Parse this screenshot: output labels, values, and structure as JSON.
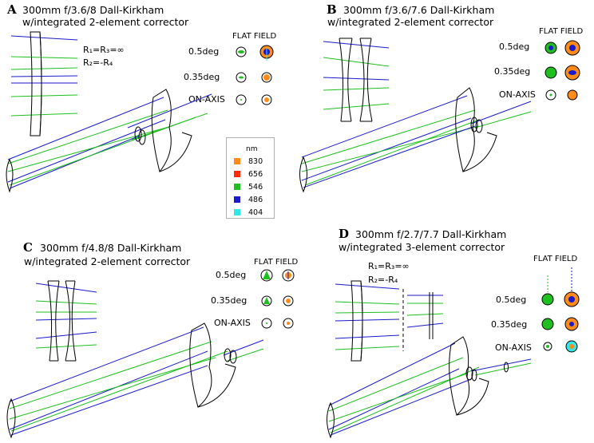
{
  "panels": [
    {
      "letter": "A",
      "title_line1": "300mm f/3.6/8 Dall-Kirkham",
      "title_line2": "w/integrated 2-element corrector",
      "formula1": "R₁=R₃=∞",
      "formula2": "R₂=-R₄",
      "flat_field": "FLAT FIELD",
      "field_labels": [
        "0.5deg",
        "0.35deg",
        "ON-AXIS"
      ]
    },
    {
      "letter": "B",
      "title_line1": "300mm f/3.6/7.6 Dall-Kirkham",
      "title_line2": "w/integrated 2-element corrector",
      "flat_field": "FLAT FIELD",
      "field_labels": [
        "0.5deg",
        "0.35deg",
        "ON-AXIS"
      ]
    },
    {
      "letter": "C",
      "title_line1": "300mm f/4.8/8 Dall-Kirkham",
      "title_line2": "w/integrated 2-element corrector",
      "flat_field": "FLAT FIELD",
      "field_labels": [
        "0.5deg",
        "0.35deg",
        "ON-AXIS"
      ]
    },
    {
      "letter": "D",
      "title_line1": "300mm f/2.7/7.7 Dall-Kirkham",
      "title_line2": "w/integrated 3-element corrector",
      "formula1": "R₁=R₃=∞",
      "formula2": "R₂=-R₄",
      "flat_field": "FLAT FIELD",
      "field_labels": [
        "0.5deg",
        "0.35deg",
        "ON-AXIS"
      ]
    }
  ],
  "legend": {
    "unit": "nm",
    "entries": [
      {
        "label": "830",
        "color": "#ff8c1a"
      },
      {
        "label": "656",
        "color": "#ff2a00"
      },
      {
        "label": "546",
        "color": "#1fbf1f"
      },
      {
        "label": "486",
        "color": "#1a1acc"
      },
      {
        "label": "404",
        "color": "#33e6e6"
      }
    ]
  },
  "colors": {
    "ray_blue": "#1a1acc",
    "ray_green": "#1fbf1f",
    "spot_orange": "#ff8c1a",
    "spot_green": "#1fbf1f",
    "spot_blue": "#1a1acc",
    "spot_cyan": "#33e6e6"
  }
}
